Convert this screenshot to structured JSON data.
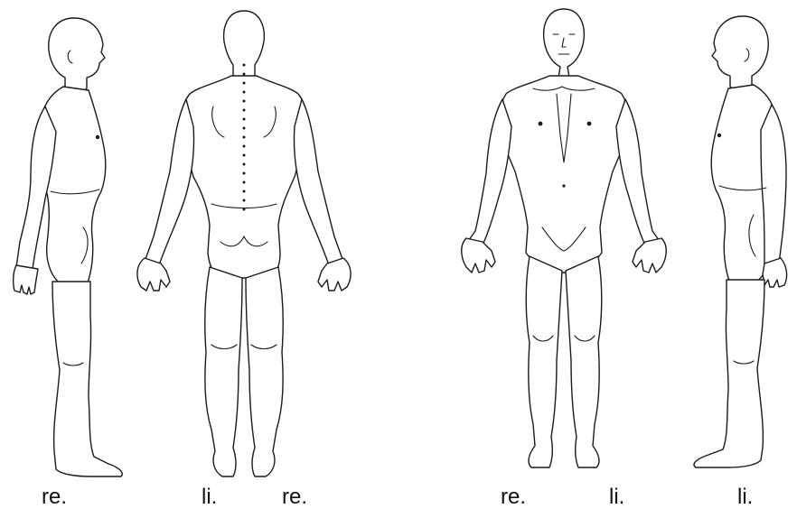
{
  "figures": [
    {
      "id": "lateral-right",
      "view": "right-side"
    },
    {
      "id": "posterior",
      "view": "back"
    },
    {
      "id": "anterior",
      "view": "front"
    },
    {
      "id": "lateral-left",
      "view": "left-side"
    }
  ],
  "labels": [
    "re.",
    "li.",
    "re.",
    "re.",
    "li.",
    "li."
  ],
  "colors": {
    "line": "#1a1a1a",
    "background": "#ffffff"
  }
}
